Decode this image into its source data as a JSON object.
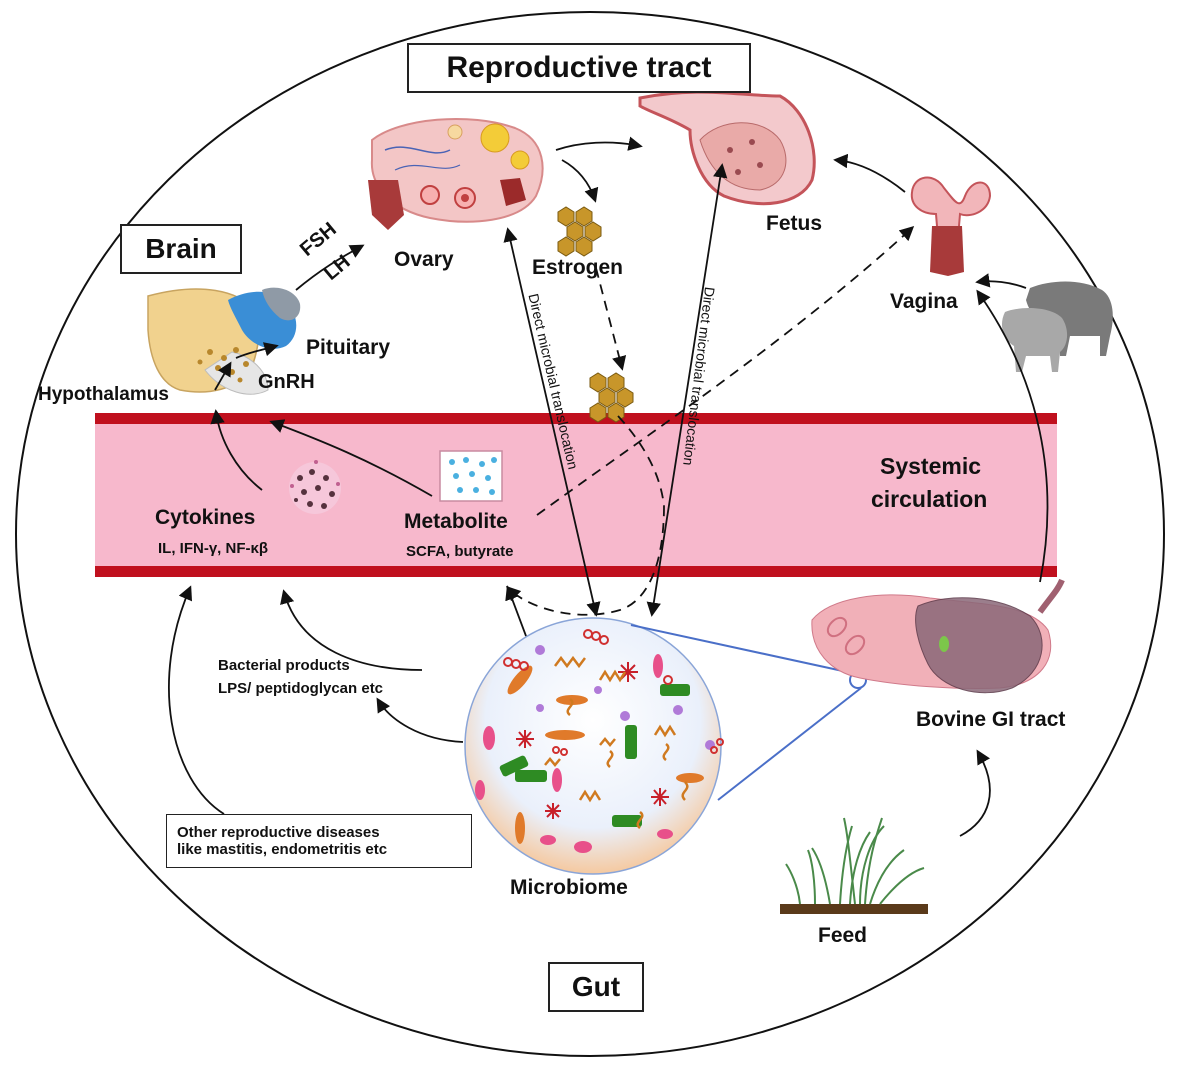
{
  "titles": {
    "reproductive_tract": "Reproductive tract",
    "brain": "Brain",
    "gut": "Gut"
  },
  "labels": {
    "ovary": "Ovary",
    "fetus": "Fetus",
    "estrogen": "Estrogen",
    "vagina": "Vagina",
    "fsh": "FSH",
    "lh": "LH",
    "pituitary": "Pituitary",
    "gnrh": "GnRH",
    "hypothalamus": "Hypothalamus",
    "systemic_circulation_1": "Systemic",
    "systemic_circulation_2": "circulation",
    "cytokines": "Cytokines",
    "cytokines_examples": "IL, IFN-γ, NF-κβ",
    "metabolite": "Metabolite",
    "metabolite_examples": "SCFA, butyrate",
    "bacterial_products_1": "Bacterial products",
    "bacterial_products_2": "LPS/ peptidoglycan etc",
    "other_diseases_1": "Other reproductive diseases",
    "other_diseases_2": "like mastitis, endometritis etc",
    "microbiome": "Microbiome",
    "bovine_gi_tract": "Bovine GI tract",
    "feed": "Feed",
    "direct_translocation_left": "Direct microbial translocation",
    "direct_translocation_right": "Direct microbial translocation"
  },
  "colors": {
    "vessel_fill": "#f7b8cc",
    "vessel_wall": "#c0101e",
    "estrogen_hex": "#c8962a",
    "microbe_green": "#2e8b23",
    "microbe_orange": "#e07a2a",
    "microbe_red": "#d03030",
    "microbe_pink": "#e8508a",
    "microbe_purple": "#b07ad8",
    "zoom_line": "#4a6fc8"
  }
}
